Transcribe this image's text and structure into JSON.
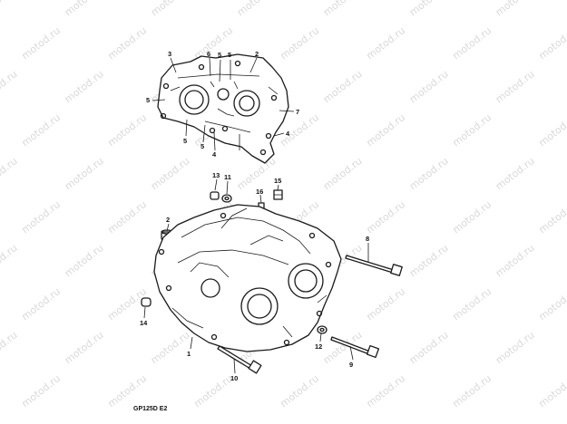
{
  "watermark": "motod.ru",
  "diagram_code": "GP125D E2",
  "callouts": {
    "top_3": "3",
    "top_6": "6",
    "top_5a": "5",
    "top_5b": "5",
    "top_2": "2",
    "top_5_left": "5",
    "top_7": "7",
    "top_5_bl": "5",
    "top_5_bm": "5",
    "top_4a": "4",
    "top_4b": "4",
    "c13": "13",
    "c11": "11",
    "c15": "15",
    "c16": "16",
    "c2": "2",
    "c8": "8",
    "c14": "14",
    "c1": "1",
    "c12": "12",
    "c9": "9",
    "c10": "10"
  }
}
